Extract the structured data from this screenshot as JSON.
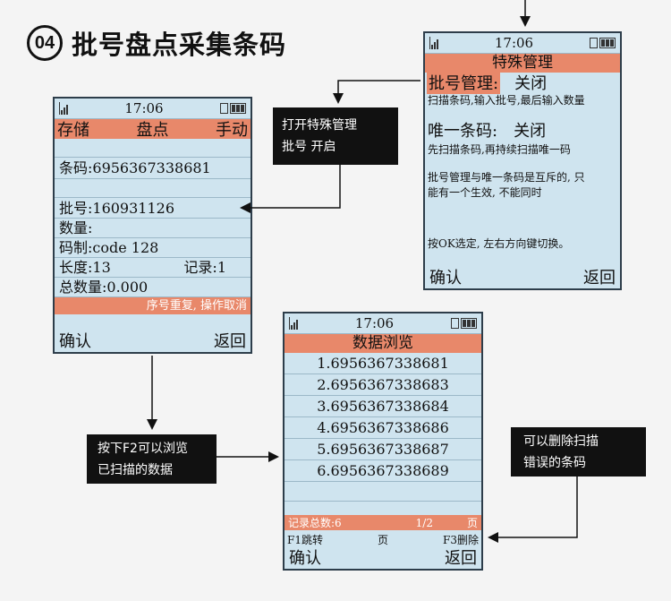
{
  "heading": {
    "step": "04",
    "title": "批号盘点采集条码"
  },
  "screen1": {
    "time": "17:06",
    "header": {
      "mode1": "存储",
      "mode2": "盘点",
      "mode3": "手动"
    },
    "barcode": "条码:6956367338681",
    "batch": "批号:160931126",
    "quantity": "数量:",
    "symbology": "码制:code 128",
    "length": "长度:13",
    "record": "记录:1",
    "total": "总数量:0.000",
    "alert": "序号重复, 操作取消",
    "softkey_left": "确认",
    "softkey_right": "返回"
  },
  "screen2": {
    "time": "17:06",
    "title": "特殊管理",
    "batch_label": "批号管理:",
    "batch_value": "关闭",
    "batch_desc": "扫描条码,输入批号,最后输入数量",
    "unique_label": "唯一条码:",
    "unique_value": "关闭",
    "unique_desc": "先扫描条码,再持续扫描唯一码",
    "mutex_line1": "批号管理与唯一条码是互斥的, 只",
    "mutex_line2": "能有一个生效, 不能同时",
    "hint": "按OK选定, 左右方向键切换。",
    "softkey_left": "确认",
    "softkey_right": "返回"
  },
  "screen3": {
    "time": "17:06",
    "title": "数据浏览",
    "items": [
      "1.6956367338681",
      "2.6956367338683",
      "3.6956367338684",
      "4.6956367338686",
      "5.6956367338687",
      "6.6956367338689"
    ],
    "records_label": "记录总数:6",
    "page_indicator": "1/2",
    "page_unit": "页",
    "f1": "F1跳转",
    "mid_page": "页",
    "f3": "F3删除",
    "softkey_left": "确认",
    "softkey_right": "返回"
  },
  "callouts": {
    "special": [
      "打开特殊管理",
      "批号 开启"
    ],
    "browse": [
      "按下F2可以浏览",
      "已扫描的数据"
    ],
    "delete": [
      "可以删除扫描",
      "错误的条码"
    ]
  },
  "colors": {
    "screen_bg": "#cfe4ef",
    "highlight": "#e8886a",
    "callout_bg": "#111111"
  }
}
